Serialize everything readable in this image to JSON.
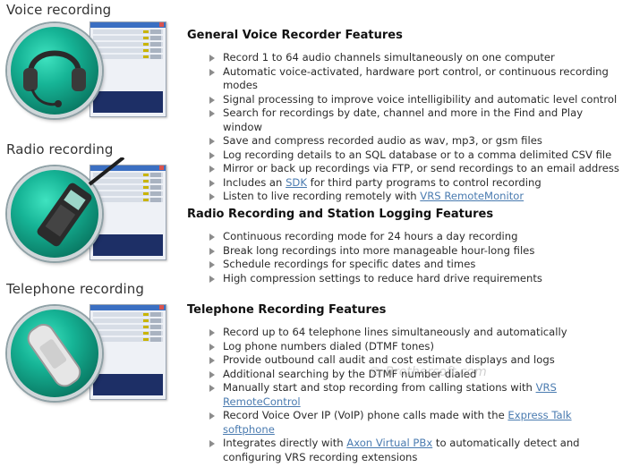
{
  "left": {
    "voice_caption": "Voice recording",
    "radio_caption": "Radio recording",
    "telephone_caption": "Telephone recording"
  },
  "sections": {
    "general": {
      "title": "General Voice Recorder Features",
      "items": [
        {
          "text": "Record 1 to 64 audio channels simultaneously on one computer"
        },
        {
          "text": "Automatic voice-activated, hardware port control, or continuous recording modes"
        },
        {
          "text": "Signal processing to improve voice intelligibility and automatic level control"
        },
        {
          "text": "Search for recordings by date, channel and more in the Find and Play window"
        },
        {
          "text": "Save and compress recorded audio as wav, mp3, or gsm files"
        },
        {
          "text": "Log recording details to an SQL database or to a comma delimited CSV file"
        },
        {
          "text": "Mirror or back up recordings via FTP, or send recordings to an email address"
        },
        {
          "pre": "Includes an ",
          "link": "SDK",
          "post": " for third party programs to control recording"
        },
        {
          "pre": "Listen to live recording remotely with ",
          "link": "VRS RemoteMonitor",
          "post": ""
        }
      ]
    },
    "radio": {
      "title": "Radio Recording and Station Logging Features",
      "items": [
        {
          "text": "Continuous recording mode for 24 hours a day recording"
        },
        {
          "text": "Break long recordings into more manageable hour-long files"
        },
        {
          "text": "Schedule recordings for specific dates and times"
        },
        {
          "text": "High compression settings to reduce hard drive requirements"
        }
      ]
    },
    "telephone": {
      "title": "Telephone Recording Features",
      "items": [
        {
          "text": "Record up to 64 telephone lines simultaneously and automatically"
        },
        {
          "text": "Log phone numbers dialed (DTMF tones)"
        },
        {
          "text": "Provide outbound call audit and cost estimate displays and logs"
        },
        {
          "text": "Additional searching by the DTMF number dialed"
        },
        {
          "pre": "Manually start and stop recording from calling stations with ",
          "link": "VRS RemoteControl",
          "post": ""
        },
        {
          "pre": "Record Voice Over IP (VoIP) phone calls made with the ",
          "link": "Express Talk softphone",
          "post": ""
        },
        {
          "pre": "Integrates directly with ",
          "link": "Axon Virtual PBx",
          "post": " to automatically detect and configuring VRS recording extensions"
        }
      ]
    }
  },
  "watermark": "© Brothersoft.com",
  "colors": {
    "accent_teal": "#16b496",
    "link": "#4a7bb0",
    "bullet": "#8c8c8c"
  },
  "icons": [
    "headset-icon",
    "radio-walkie-talkie-icon",
    "telephone-handset-icon"
  ]
}
